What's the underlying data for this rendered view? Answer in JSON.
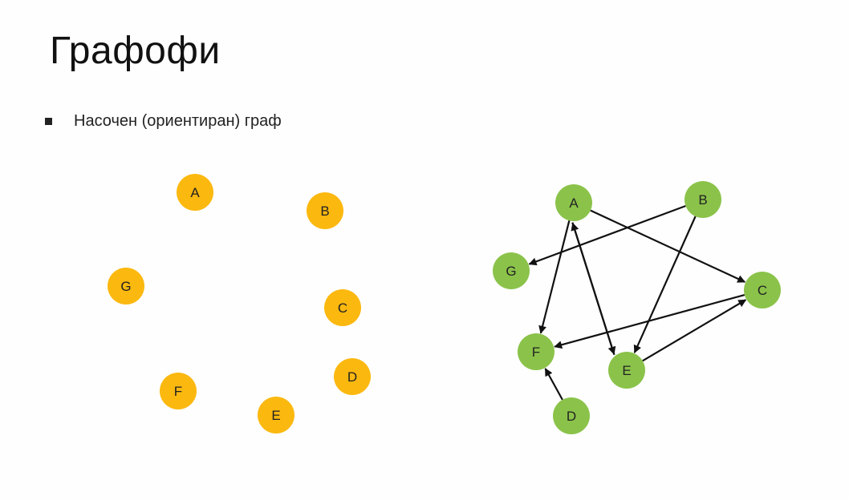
{
  "slide": {
    "title": "Графофи",
    "bullet": "Насочен (ориентиран) граф"
  },
  "colors": {
    "unconnected_node": "#FBB80F",
    "directed_node": "#8BC34A",
    "edge": "#111111"
  },
  "graphs": {
    "unconnected": {
      "nodes": [
        "A",
        "B",
        "C",
        "D",
        "E",
        "F",
        "G"
      ],
      "edges": []
    },
    "directed": {
      "nodes": [
        "A",
        "B",
        "C",
        "D",
        "E",
        "F",
        "G"
      ],
      "edges": [
        {
          "from": "A",
          "to": "C"
        },
        {
          "from": "A",
          "to": "F"
        },
        {
          "from": "A",
          "to": "E"
        },
        {
          "from": "E",
          "to": "A"
        },
        {
          "from": "B",
          "to": "G"
        },
        {
          "from": "B",
          "to": "E"
        },
        {
          "from": "C",
          "to": "F"
        },
        {
          "from": "E",
          "to": "C"
        },
        {
          "from": "D",
          "to": "F"
        }
      ]
    }
  }
}
